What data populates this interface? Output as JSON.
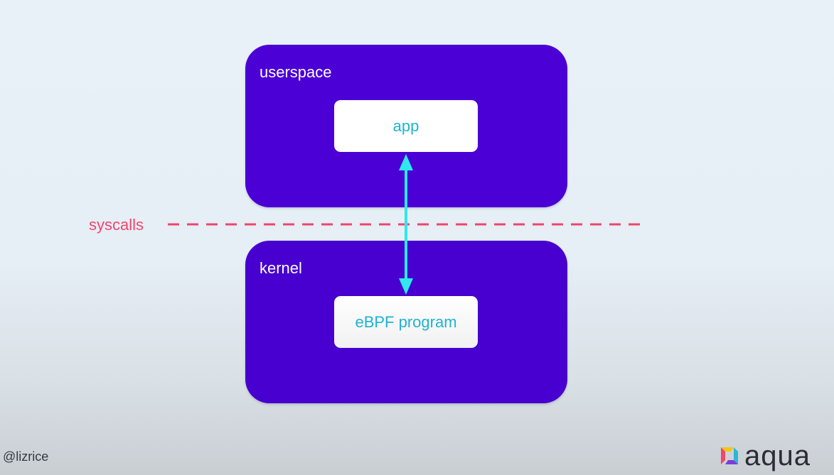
{
  "diagram": {
    "userspace": {
      "label": "userspace",
      "node": "app"
    },
    "kernel": {
      "label": "kernel",
      "node": "eBPF program"
    },
    "boundary": {
      "label": "syscalls"
    }
  },
  "footer": {
    "handle": "@lizrice",
    "logo_text": "aqua"
  },
  "colors": {
    "panel": "#4b00d6",
    "node_text": "#1fb3d1",
    "syscalls": "#f0466c",
    "arrow": "#2ee8ee"
  },
  "icons": {
    "logo": "aqua-logo-icon",
    "arrow": "bidirectional-arrow"
  }
}
